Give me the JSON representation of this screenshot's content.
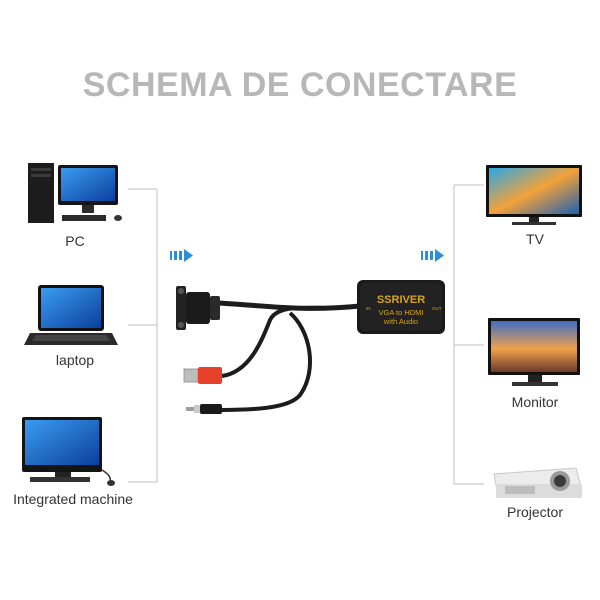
{
  "title": "SCHEMA DE CONECTARE",
  "sources": [
    {
      "label": "PC",
      "icon": "desktop-pc-icon"
    },
    {
      "label": "laptop",
      "icon": "laptop-icon"
    },
    {
      "label": "Integrated machine",
      "icon": "all-in-one-pc-icon"
    }
  ],
  "outputs": [
    {
      "label": "TV",
      "icon": "tv-icon"
    },
    {
      "label": "Monitor",
      "icon": "monitor-icon"
    },
    {
      "label": "Projector",
      "icon": "projector-icon"
    }
  ],
  "adapter": {
    "brand": "SSRIVER",
    "line1": "VGA to HDMI",
    "line2": "with Audio",
    "input_mark": "IN",
    "output_mark": "OUT"
  },
  "colors": {
    "title": "#b7b7b7",
    "lines": "#bfbfbf",
    "arrows": "#2a8fd8",
    "adapter_body": "#1a1a1a",
    "adapter_text": "#d9a21b",
    "usb_plug": "#e8412b"
  }
}
